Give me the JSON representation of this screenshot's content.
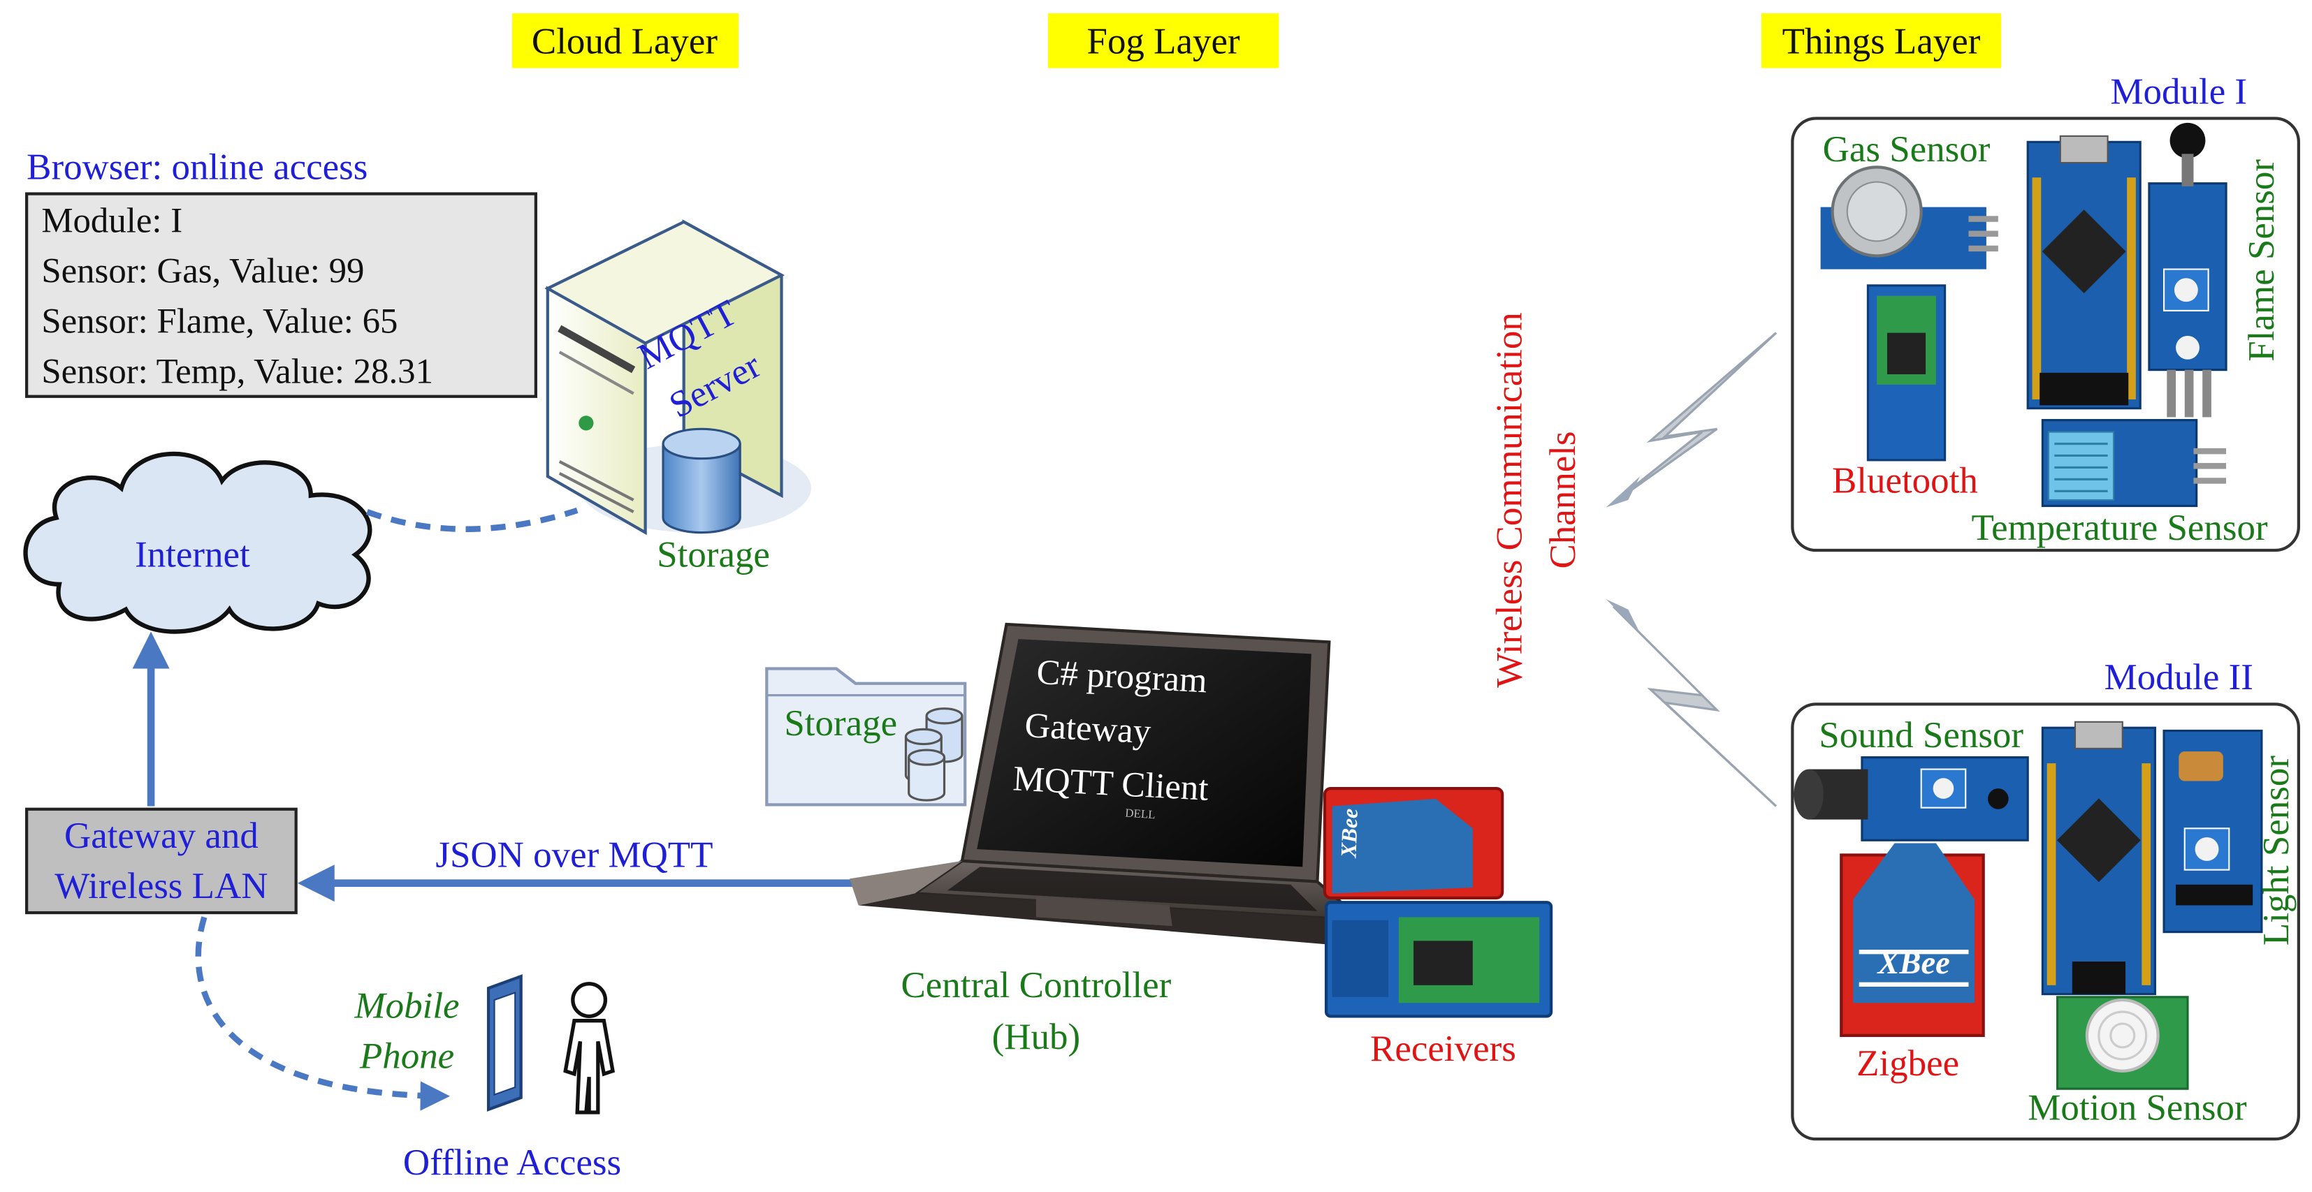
{
  "layers": {
    "cloud": "Cloud Layer",
    "fog": "Fog Layer",
    "things": "Things Layer"
  },
  "browser": {
    "title": "Browser: online access",
    "lines": [
      "Module: I",
      "Sensor: Gas, Value: 99",
      "Sensor: Flame, Value: 65",
      "Sensor: Temp, Value: 28.31"
    ]
  },
  "server": {
    "label_line1": "MQTT",
    "label_line2": "Server",
    "storage_label": "Storage"
  },
  "internet_label": "Internet",
  "gateway": {
    "line1": "Gateway and",
    "line2": "Wireless LAN"
  },
  "json_link_label": "JSON over MQTT",
  "mobile": {
    "line1": "Mobile",
    "line2": "Phone"
  },
  "offline_label": "Offline Access",
  "laptop": {
    "screen_lines": [
      "C# program",
      "Gateway",
      "MQTT Client"
    ],
    "brand": "DELL",
    "storage_label": "Storage"
  },
  "hub": {
    "line1": "Central Controller",
    "line2": "(Hub)"
  },
  "receivers_label": "Receivers",
  "wireless": {
    "line1": "Wireless Communication",
    "line2": "Channels"
  },
  "module1": {
    "title": "Module I",
    "gas": "Gas Sensor",
    "flame": "Flame Sensor",
    "bluetooth": "Bluetooth",
    "temperature": "Temperature Sensor"
  },
  "module2": {
    "title": "Module II",
    "sound": "Sound Sensor",
    "light": "Light Sensor",
    "zigbee": "Zigbee",
    "motion": "Motion Sensor",
    "xbee_chip": "XBee"
  },
  "colors": {
    "layer_highlight": "#ffff00",
    "arrow_blue": "#4a78c2",
    "label_blue": "#1f1fd6",
    "label_green": "#1a7a1a",
    "label_red": "#e01414",
    "cloud_fill": "#dbe6f5",
    "gateway_fill": "#bfbfbf",
    "browser_fill": "#e6e6e6"
  }
}
